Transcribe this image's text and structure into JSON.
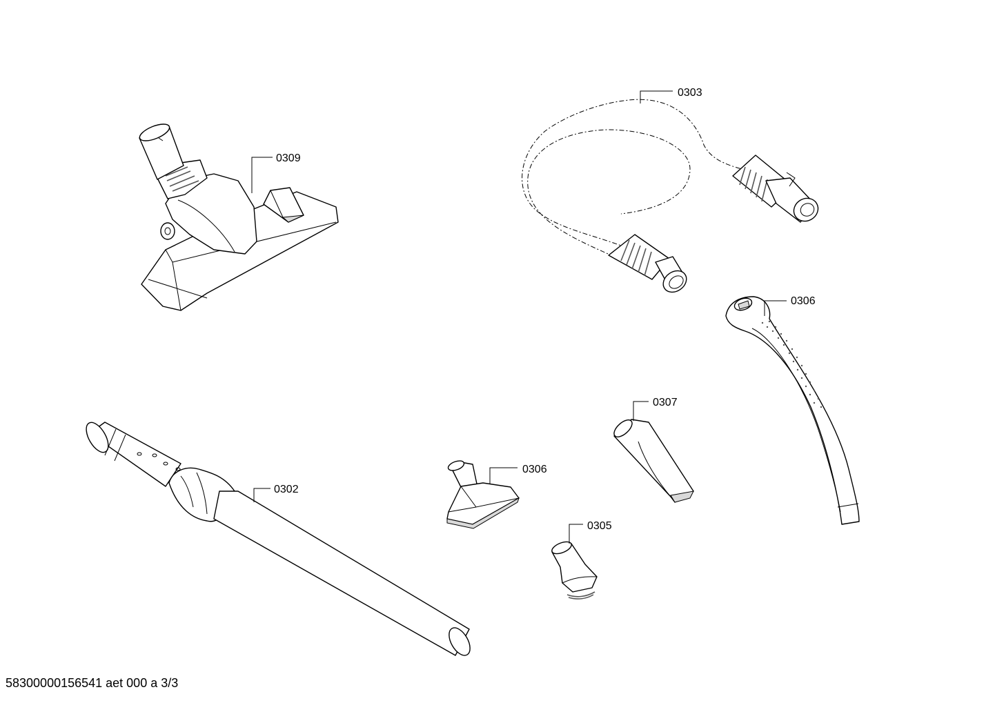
{
  "parts": [
    {
      "id": "floor-nozzle",
      "label": "0309"
    },
    {
      "id": "suction-hose",
      "label": "0303"
    },
    {
      "id": "handle",
      "label": "0306"
    },
    {
      "id": "crevice-tool",
      "label": "0307"
    },
    {
      "id": "upholstery-nozzle",
      "label": "0306"
    },
    {
      "id": "brush-tool",
      "label": "0305"
    },
    {
      "id": "extension-tube",
      "label": "0302"
    }
  ],
  "footer": {
    "text": "58300000156541 aet 000 a 3/3"
  }
}
